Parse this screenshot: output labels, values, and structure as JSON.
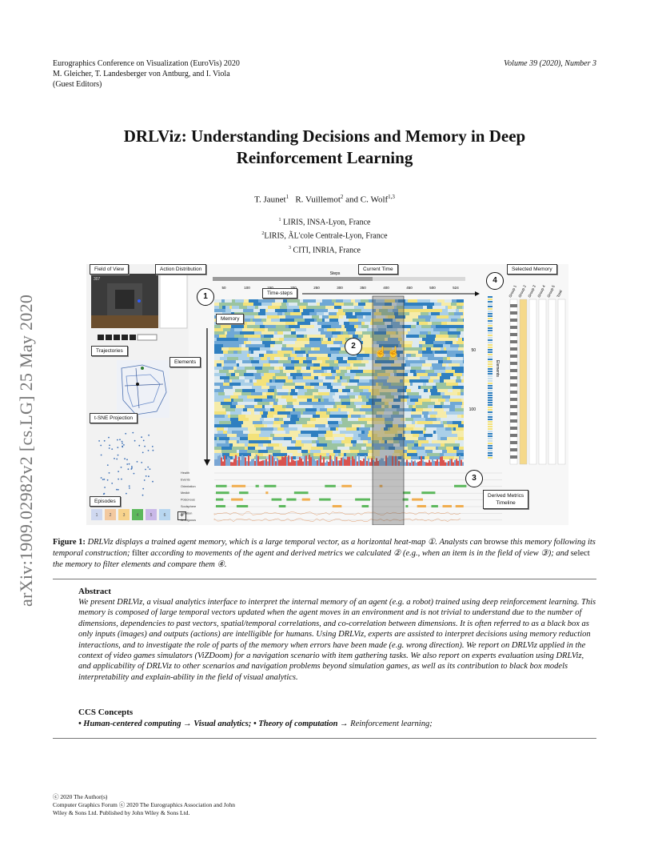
{
  "header": {
    "conf_line1": "Eurographics Conference on Visualization (EuroVis) 2020",
    "conf_line2": "M. Gleicher, T. Landesberger von Antburg, and I. Viola",
    "conf_line3": "(Guest Editors)",
    "volume": "Volume 39 (2020), Number 3"
  },
  "title_line1": "DRLViz: Understanding Decisions and Memory in Deep",
  "title_line2": "Reinforcement Learning",
  "authors": {
    "a1": "T. Jaunet",
    "s1": "1",
    "a2": "R. Vuillemot",
    "s2": "2",
    "a3": "and C. Wolf",
    "s3": "1,3"
  },
  "affiliations": {
    "n1": "1",
    "t1": "LIRIS, INSA-Lyon, France",
    "n2": "2",
    "t2": "LIRIS, ÃL'cole Centrale-Lyon, France",
    "n3": "3",
    "t3": "CITI, INRIA, France"
  },
  "arxiv": "arXiv:1909.02982v2  [cs.LG]  25 May 2020",
  "figure": {
    "labels": {
      "fov": "Field of View",
      "action": "Action Distribution",
      "current_time": "Current Time",
      "selected_memory": "Selected Memory",
      "timesteps": "Time-steps",
      "memory": "Memory",
      "trajectories": "Trajectories",
      "elements": "Elements",
      "tsne": "t-SNE Projection",
      "episodes": "Episodes",
      "derived1": "Derived Metrics",
      "derived2": "Timeline"
    },
    "circles": [
      "1",
      "2",
      "3",
      "4"
    ],
    "steps_label": "Steps",
    "ticks": [
      "50",
      "100",
      "150",
      "200",
      "250",
      "300",
      "350",
      "400",
      "450",
      "500",
      "524"
    ],
    "fov_step": "307",
    "y_ticks": [
      "50",
      "100"
    ],
    "elements_axis": "Elements",
    "groups": [
      "Group 1",
      "Group 2",
      "Group 3",
      "Group 4",
      "Group 5",
      "Total"
    ],
    "metric_rows": [
      "Health",
      "Events",
      "Orientation",
      "Medkit",
      "Poisonous",
      "Soulsphere",
      "variation",
      "Ambiguous"
    ],
    "episode_nums": [
      "1",
      "2",
      "3",
      "4",
      "5",
      "6"
    ]
  },
  "caption": {
    "label": "Figure 1:",
    "p1": " DRLViz displays a trained agent memory, which is a large temporal vector, as a horizontal heat-map ①. Analysts can ",
    "w1": "browse",
    "p2": " this memory following its temporal construction; ",
    "w2": "filter",
    "p3": " according to movements of the agent and derived metrics we calculated ② (e.g., when an item is in the field of view ③); and ",
    "w3": "select",
    "p4": " the memory to filter elements and compare them ④."
  },
  "abstract": {
    "title": "Abstract",
    "text": "We present DRLViz, a visual analytics interface to interpret the internal memory of an agent (e.g. a robot) trained using deep reinforcement learning. This memory is composed of large temporal vectors updated when the agent moves in an environment and is not trivial to understand due to the number of dimensions, dependencies to past vectors, spatial/temporal correlations, and co-correlation between dimensions. It is often referred to as a black box as only inputs (images) and outputs (actions) are intelligible for humans. Using DRLViz, experts are assisted to interpret decisions using memory reduction interactions, and to investigate the role of parts of the memory when errors have been made (e.g. wrong direction). We report on DRLViz applied in the context of video games simulators (ViZDoom) for a navigation scenario with item gathering tasks. We also report on experts evaluation using DRLViz, and applicability of DRLViz to other scenarios and navigation problems beyond simulation games, as well as its contribution to black box models interpretability and explain-ability in the field of visual analytics."
  },
  "ccs": {
    "title": "CCS Concepts",
    "c1": "• Human-centered computing",
    "arrow1": " → ",
    "c2": "Visual analytics;",
    "c3": " • Theory of computation",
    "arrow2": " → ",
    "c4": "Reinforcement learning;"
  },
  "footer": {
    "l1": "ⓒ 2020 The Author(s)",
    "l2": "Computer Graphics Forum ⓒ 2020 The Eurographics Association and John",
    "l3": "Wiley & Sons Ltd. Published by John Wiley & Sons Ltd."
  },
  "colors": {
    "heat_blue": "#2f7fc0",
    "heat_yellow": "#f3e27a",
    "heat_red": "#d9534f",
    "metric_green": "#5cb85c",
    "metric_orange": "#f0ad4e",
    "group_yellow": "#f5d98b"
  }
}
